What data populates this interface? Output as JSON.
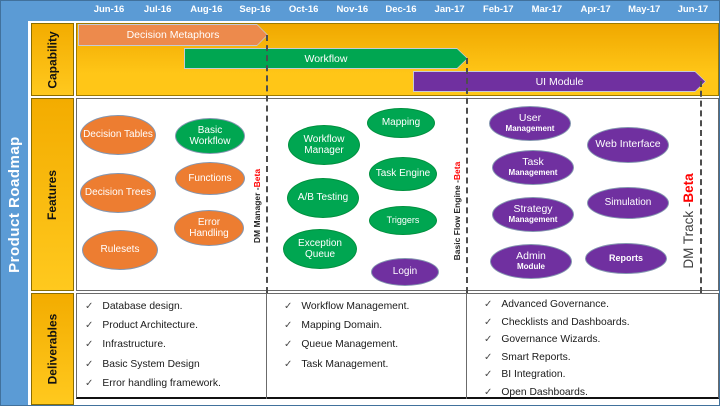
{
  "title": "Product Roadmap",
  "timeline": {
    "months": [
      "Jun-16",
      "Jul-16",
      "Aug-16",
      "Sep-16",
      "Oct-16",
      "Nov-16",
      "Dec-16",
      "Jan-17",
      "Feb-17",
      "Mar-17",
      "Apr-17",
      "May-17",
      "Jun-17"
    ]
  },
  "rows": {
    "capability": "Capability",
    "features": "Features",
    "deliverables": "Deliverables"
  },
  "capability": {
    "bars": [
      {
        "label": "Decision Metaphors",
        "color": "#ED8A4C",
        "start": "Jun-16",
        "end": "Sep-16"
      },
      {
        "label": "Workflow",
        "color": "#00A651",
        "start": "Aug-16",
        "end": "Jan-17"
      },
      {
        "label": "UI Module",
        "color": "#7030A0",
        "start": "Dec-16",
        "end": "Jun-17"
      }
    ]
  },
  "milestones": [
    {
      "label": "DM Manager - ",
      "beta": "Beta"
    },
    {
      "label": "Basic Flow Engine - ",
      "beta": "Beta"
    },
    {
      "label": "DM Track - ",
      "beta": "Beta"
    }
  ],
  "features": {
    "groups": [
      {
        "items": [
          {
            "label": "Decision Tables"
          },
          {
            "label": "Decision Trees"
          },
          {
            "label": "Rulesets"
          },
          {
            "label": "Basic Workflow"
          },
          {
            "label": "Functions"
          },
          {
            "label": "Error Handling"
          }
        ]
      },
      {
        "items": [
          {
            "label": "Workflow Manager"
          },
          {
            "label": "A/B Testing"
          },
          {
            "label": "Exception Queue"
          },
          {
            "label": "Mapping"
          },
          {
            "label": "Task Engine"
          },
          {
            "label": "Triggers"
          },
          {
            "label": "Login"
          }
        ]
      },
      {
        "items": [
          {
            "title": "User",
            "sub": "Management"
          },
          {
            "title": "Task",
            "sub": "Management"
          },
          {
            "title": "Strategy",
            "sub": "Management"
          },
          {
            "title": "Admin",
            "sub": "Module"
          },
          {
            "label": "Web Interface"
          },
          {
            "label": "Simulation"
          },
          {
            "label": "Reports"
          }
        ]
      }
    ]
  },
  "deliverables": {
    "columns": [
      {
        "items": [
          "Database design.",
          "Product Architecture.",
          "Infrastructure.",
          "Basic System Design",
          "Error handling framework."
        ]
      },
      {
        "items": [
          "Workflow Management.",
          "Mapping Domain.",
          "Queue Management.",
          "Task Management."
        ]
      },
      {
        "items": [
          "Advanced Governance.",
          "Checklists and Dashboards.",
          "Governance  Wizards.",
          "Smart Reports.",
          "BI Integration.",
          "Open Dashboards."
        ]
      }
    ]
  },
  "icons": {
    "check": "✓"
  },
  "colors": {
    "band_blue": "#5B9BD5",
    "gold": "#FFC000",
    "orange": "#ED7D31",
    "green": "#00A651",
    "purple": "#7030A0",
    "beta_red": "#FF0000"
  }
}
